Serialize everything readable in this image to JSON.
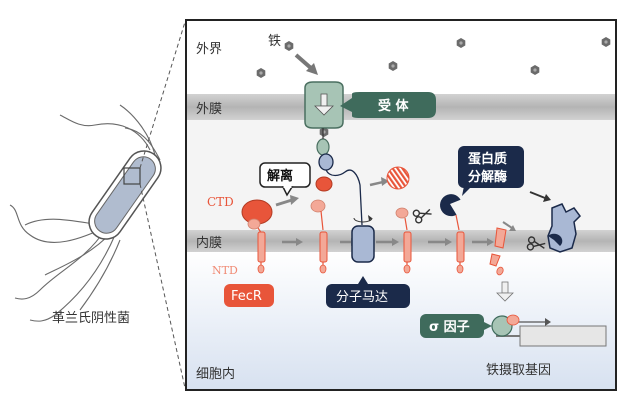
{
  "labels": {
    "outside": "外界",
    "iron": "铁",
    "outer_membrane": "外膜",
    "receptor": "受 体",
    "dissociation": "解离",
    "protease": "蛋白质\n分解酶",
    "ctd": "CTD",
    "inner_membrane": "内膜",
    "ntd": "NTD",
    "fecr": "FecR",
    "molecular_motor": "分子马达",
    "sigma_factor": "σ 因子",
    "cytoplasm": "细胞内",
    "iron_uptake_genes": "铁摄取基因",
    "bacterium": "革兰氏阴性菌"
  },
  "colors": {
    "membrane": "#bdbdbd",
    "periplasm": "#f4f4f4",
    "cytoplasm_top": "#ffffff",
    "cytoplasm_bottom": "#dce5f2",
    "protein_red": "#e8553a",
    "protein_pink": "#f3a897",
    "receptor_green": "#a7c4b5",
    "receptor_label_green": "#3f6b5c",
    "dark_navy": "#1b2a4a",
    "motor_blue": "#a9b8d4",
    "iron_gray": "#6b6b6b"
  }
}
